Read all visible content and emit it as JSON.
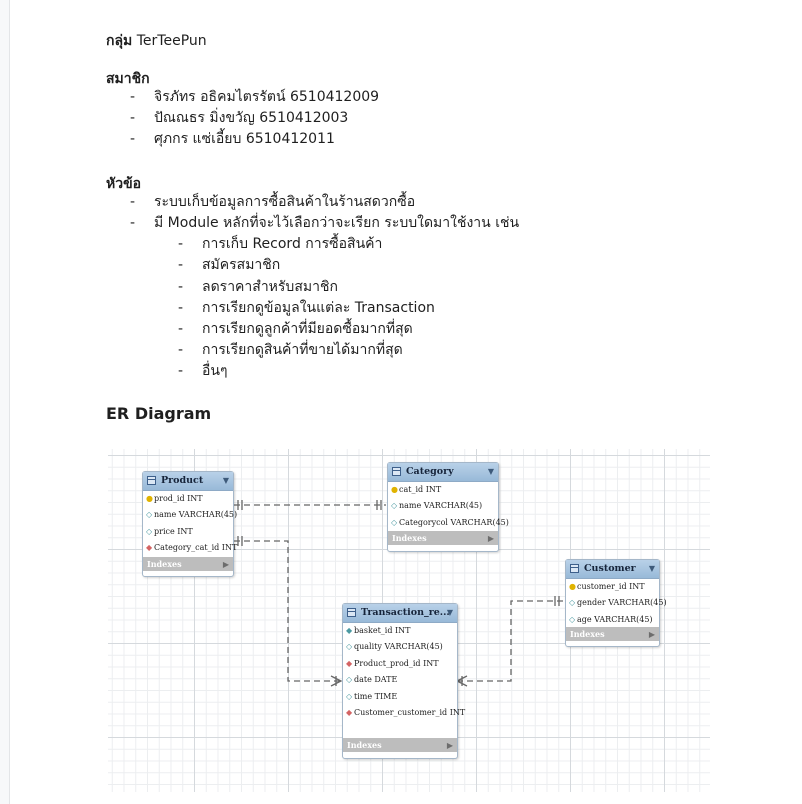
{
  "document": {
    "group_label": "กลุ่ม",
    "group_name": "TerTeePun",
    "members_heading": "สมาชิก",
    "members": [
      "จิรภัทร อธิคมไตรรัตน์ 6510412009",
      "ปัณณธร มิ่งขวัญ 6510412003",
      "ศุภกร แซ่เอี้ยบ 6510412011"
    ],
    "topic_heading": "หัวข้อ",
    "topics": [
      "ระบบเก็บข้อมูลการซื้อสินค้าในร้านสดวกซื้อ",
      "มี Module หลักที่จะไว้เลือกว่าจะเรียก ระบบใดมาใช้งาน เช่น"
    ],
    "modules": [
      "การเก็บ Record การซื้อสินค้า",
      "สมัครสมาชิก",
      "ลดราคาสำหรับสมาชิก",
      "การเรียกดูข้อมูลในแต่ละ Transaction",
      "การเรียกดูลูกค้าที่มียอดซื้อมากที่สุด",
      "การเรียกดูสินค้าที่ขายได้มากที่สุด",
      "อื่นๆ"
    ],
    "bullet_dash": "-",
    "er_title": "ER Diagram"
  },
  "er": {
    "indexes_label": "Indexes",
    "collapse_glyph": "▼",
    "expand_glyph": "▶",
    "tables": {
      "product": {
        "name": "Product",
        "columns": [
          {
            "key": "pk",
            "text": "prod_id INT"
          },
          {
            "key": "attr",
            "text": "name VARCHAR(45)"
          },
          {
            "key": "attr",
            "text": "price INT"
          },
          {
            "key": "fk",
            "text": "Category_cat_id INT"
          }
        ]
      },
      "category": {
        "name": "Category",
        "columns": [
          {
            "key": "pk",
            "text": "cat_id INT"
          },
          {
            "key": "attr",
            "text": "name VARCHAR(45)"
          },
          {
            "key": "attr",
            "text": "Categorycol VARCHAR(45)"
          }
        ]
      },
      "customer": {
        "name": "Customer",
        "columns": [
          {
            "key": "pk",
            "text": "customer_id INT"
          },
          {
            "key": "attr",
            "text": "gender VARCHAR(45)"
          },
          {
            "key": "attr",
            "text": "age VARCHAR(45)"
          }
        ]
      },
      "transaction": {
        "name": "Transaction_re...",
        "columns": [
          {
            "key": "nn",
            "text": "basket_id INT"
          },
          {
            "key": "attr",
            "text": "quality VARCHAR(45)"
          },
          {
            "key": "fk",
            "text": "Product_prod_id INT"
          },
          {
            "key": "attr",
            "text": "date DATE"
          },
          {
            "key": "attr",
            "text": "time TIME"
          },
          {
            "key": "fk",
            "text": "Customer_customer_id INT"
          }
        ]
      }
    },
    "relationships": [
      {
        "from": "Product.Category_cat_id",
        "to": "Category.cat_id",
        "style": "identifying-dashed"
      },
      {
        "from": "Transaction_re....Product_prod_id",
        "to": "Product.prod_id",
        "style": "dashed"
      },
      {
        "from": "Transaction_re....Customer_customer_id",
        "to": "Customer.customer_id",
        "style": "dashed"
      }
    ]
  }
}
